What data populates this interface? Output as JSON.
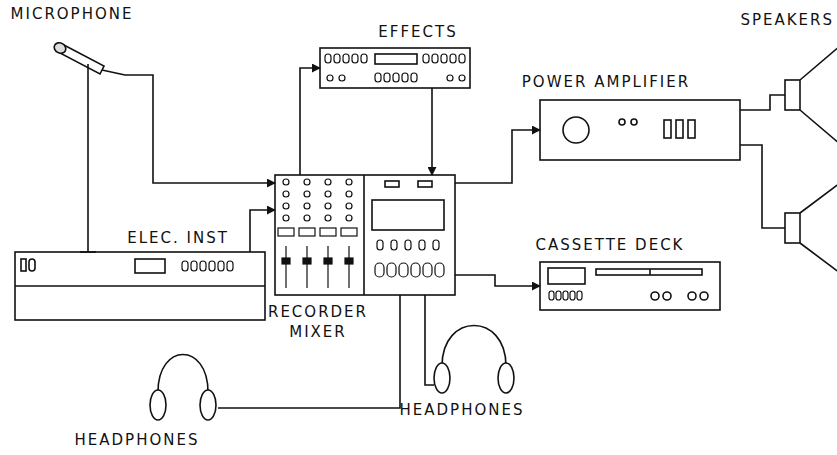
{
  "diagram": {
    "nodes": [
      {
        "text": [
          "MICROPHONE"
        ]
      },
      {
        "text": [
          "EFFECTS"
        ]
      },
      {
        "text": [
          "SPEAKERS"
        ]
      },
      {
        "text": [
          "POWER AMPLIFIER"
        ]
      },
      {
        "text": [
          "ELEC. INST"
        ]
      },
      {
        "text": [
          "RECORDER MIXER"
        ]
      },
      {
        "text": [
          "CASSETTE DECK"
        ]
      },
      {
        "text": [
          "HEADPHONES"
        ]
      },
      {
        "text": [
          "HEADPHONES"
        ]
      }
    ],
    "edges": [
      {
        "from": 0,
        "to": 5,
        "arrow": "to"
      },
      {
        "from": 4,
        "to": 5,
        "arrow": "to"
      },
      {
        "from": 5,
        "to": 1,
        "arrow": "to"
      },
      {
        "from": 1,
        "to": 5,
        "arrow": "to"
      },
      {
        "from": 5,
        "to": 3,
        "arrow": "to"
      },
      {
        "from": 3,
        "to": 2,
        "arrow": "none"
      },
      {
        "from": 5,
        "to": 6,
        "arrow": "to"
      },
      {
        "from": 5,
        "to": 7,
        "arrow": "none"
      },
      {
        "from": 5,
        "to": 8,
        "arrow": "none"
      }
    ]
  }
}
